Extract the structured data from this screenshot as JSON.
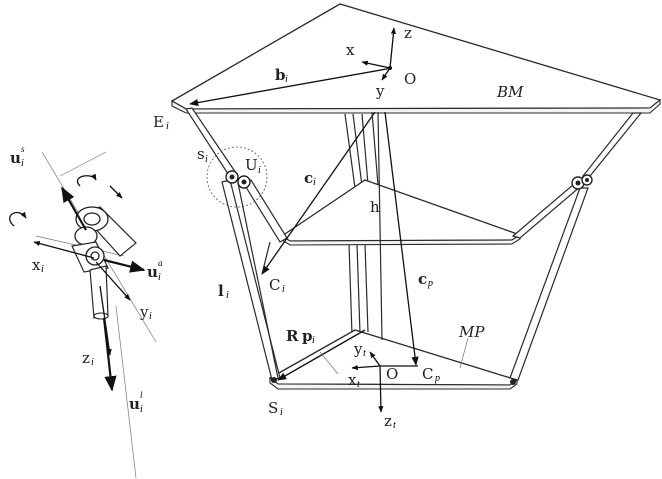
{
  "labels": {
    "x_base": "x",
    "y_base": "y",
    "z_base": "z",
    "origin_base": "O",
    "b_vec": "b",
    "i_sub": "i",
    "p_sub": "p",
    "t_sub": "t",
    "bm": "BM",
    "e_pt": "E",
    "s_pt": "s",
    "u_joint": "U",
    "c_vec": "c",
    "h": "h",
    "cp_vec": "c",
    "l_vec": "l",
    "c_pt": "C",
    "cp_pt": "C",
    "mp": "MP",
    "r_lbl": "R",
    "p_vec": "p",
    "yt": "y",
    "xt": "x",
    "origin_mp": "O",
    "s_joint": "S",
    "zt": "z",
    "u_vec": "u",
    "sup_s": "s",
    "sup_a": "a",
    "sup_l": "l",
    "xi": "x",
    "yi": "y",
    "zi": "z"
  }
}
